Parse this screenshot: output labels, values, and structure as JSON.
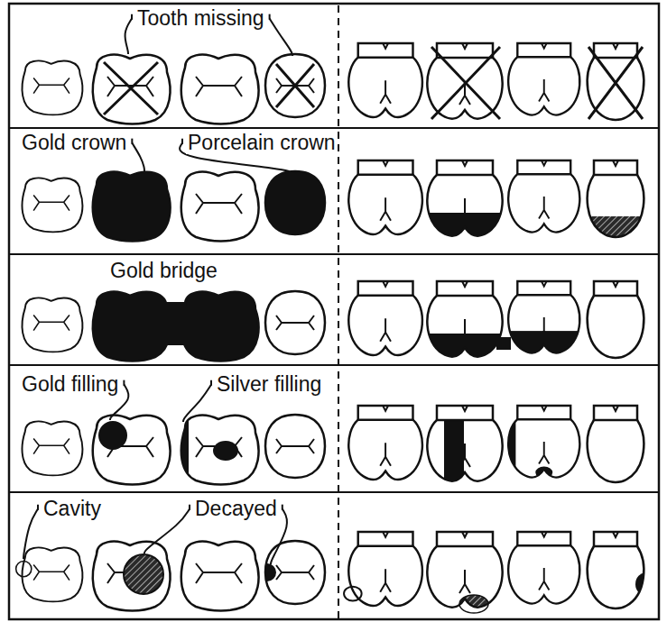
{
  "diagram": {
    "labels": [
      "Tooth missing",
      "Gold crown",
      "Porcelain crown",
      "Gold bridge",
      "Gold filling",
      "Silver filling",
      "Cavity",
      "Decayed"
    ]
  }
}
